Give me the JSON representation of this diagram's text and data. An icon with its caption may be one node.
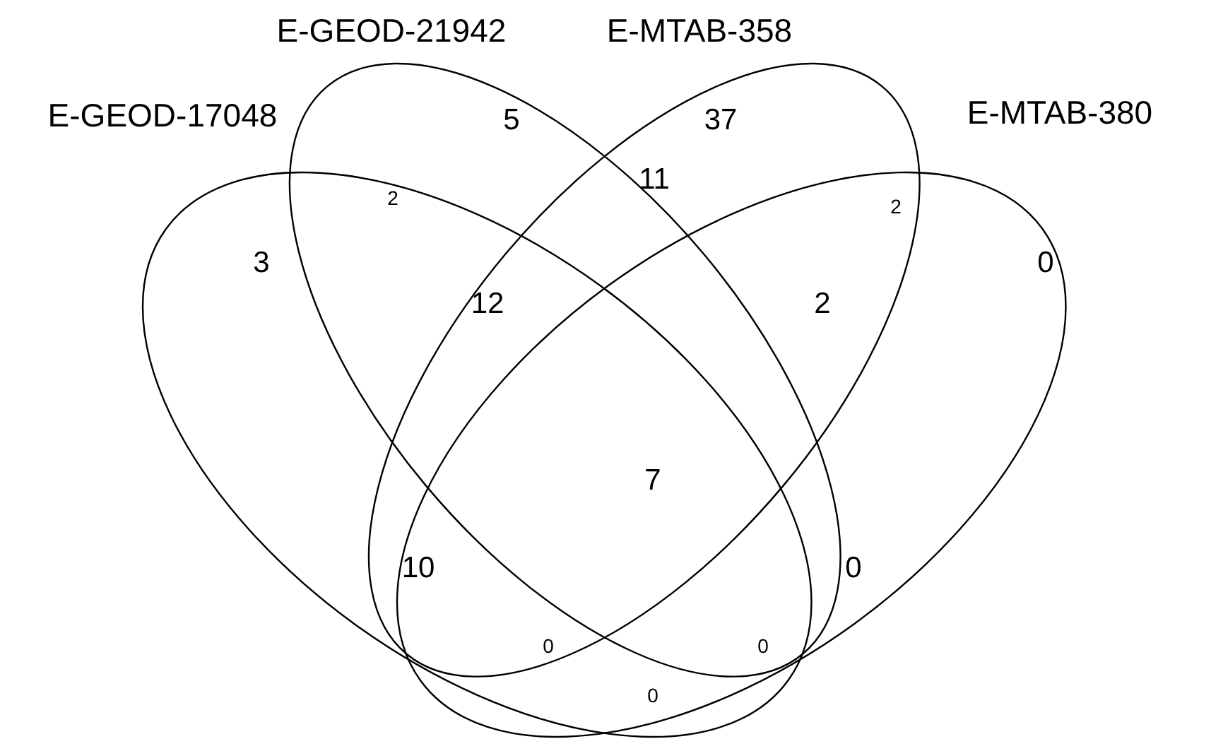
{
  "diagram": {
    "nodes": [
      {
        "text": [
          "E-GEOD-17048"
        ]
      },
      {
        "text": [
          "E-GEOD-21942"
        ]
      },
      {
        "text": [
          "E-MTAB-358"
        ]
      },
      {
        "text": [
          "E-MTAB-380"
        ]
      }
    ],
    "labels": [
      "5",
      "37",
      "11",
      "2",
      "2",
      "3",
      "0",
      "12",
      "2",
      "7",
      "10",
      "0",
      "0",
      "0",
      "0"
    ]
  }
}
